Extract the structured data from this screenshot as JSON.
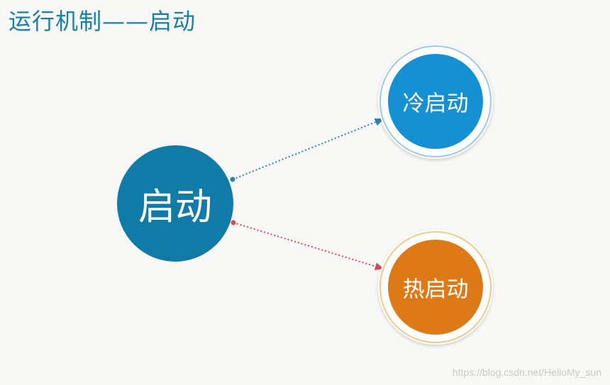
{
  "title": "运行机制——启动",
  "nodes": {
    "main": {
      "label": "启动",
      "color": "#0f7ba6"
    },
    "cold": {
      "label": "冷启动",
      "color": "#1590d2",
      "ring_color": "#9fc7e0"
    },
    "hot": {
      "label": "热启动",
      "color": "#dd7a17",
      "ring_color": "#f0c98a"
    }
  },
  "connectors": {
    "to_cold_color": "#2d7fae",
    "to_hot_color": "#d04b5c"
  },
  "watermark": "https://blog.csdn.net/HelloMy_sun"
}
